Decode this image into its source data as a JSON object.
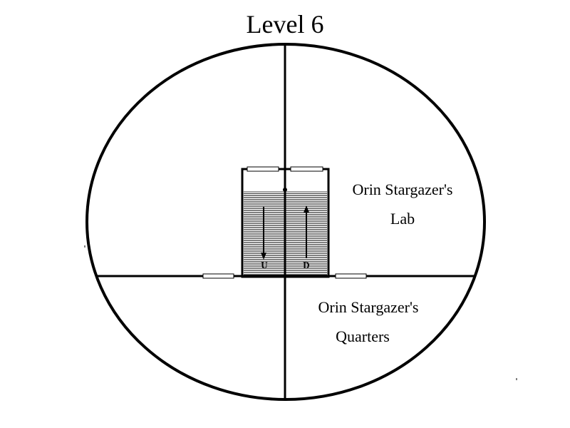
{
  "title": "Level 6",
  "rooms": {
    "lab": {
      "line1": "Orin Stargazer's",
      "line2": "Lab"
    },
    "quarters": {
      "line1": "Orin Stargazer's",
      "line2": "Quarters"
    }
  },
  "stairs": {
    "up_letter": "U",
    "down_letter": "D"
  },
  "colors": {
    "ink": "#000000",
    "paper": "#ffffff"
  }
}
